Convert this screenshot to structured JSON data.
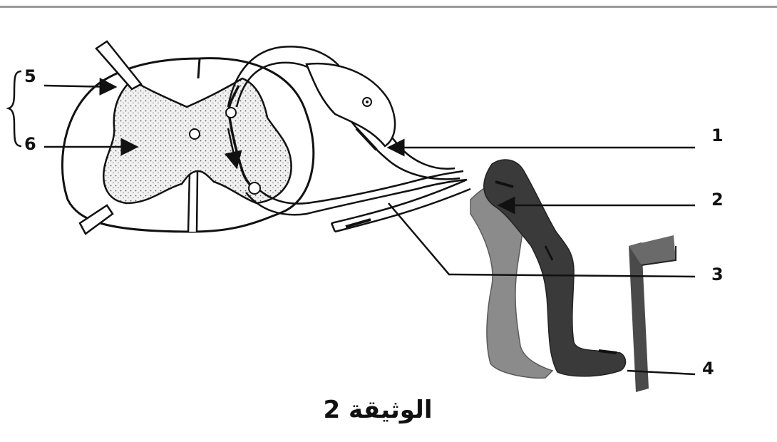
{
  "labels": {
    "l1": "1",
    "l2": "2",
    "l3": "3",
    "l4": "4",
    "l5": "5",
    "l6": "6"
  },
  "caption": "الوثيقة 2",
  "colors": {
    "line": "#111111",
    "gray_matter": "#efefef",
    "leg_light": "#8b8b8b",
    "leg_dark": "#3a3a3a",
    "stand": "#4a4a4a"
  }
}
